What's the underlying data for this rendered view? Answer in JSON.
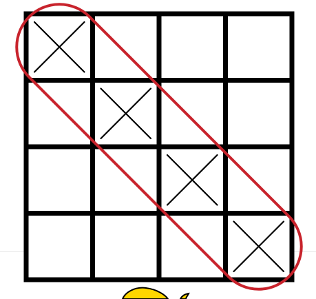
{
  "game": {
    "type": "tic-tac-toe-board",
    "rows": 4,
    "cols": 4,
    "board": [
      [
        "X",
        "",
        "",
        ""
      ],
      [
        "",
        "X",
        "",
        ""
      ],
      [
        "",
        "",
        "X",
        ""
      ],
      [
        "",
        "",
        "",
        "X"
      ]
    ],
    "highlight": "main-diagonal",
    "colors": {
      "grid": "#000000",
      "mark": "#000000",
      "highlight": "#c8232c",
      "mascot": "#ffd600",
      "background": "#ffffff"
    },
    "icons": [
      "x-mark-icon",
      "win-line-highlight",
      "mascot-partial-icon"
    ]
  }
}
